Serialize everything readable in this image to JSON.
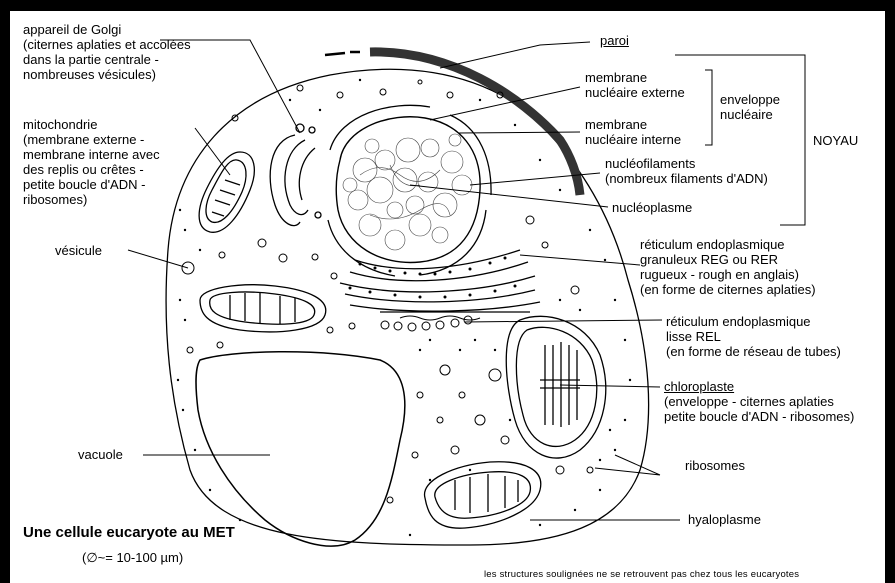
{
  "diagram": {
    "golgi": [
      "appareil de Golgi",
      "(citernes aplaties et accolées",
      "dans la partie centrale -",
      "nombreuses vésicules)"
    ],
    "mitochondrie": [
      "mitochondrie",
      "(membrane externe -",
      "membrane interne avec",
      "des replis ou crêtes -",
      "petite boucle d'ADN -",
      "ribosomes)"
    ],
    "vesicule": "vésicule",
    "vacuole": "vacuole",
    "paroi": "paroi",
    "membrane_externe": [
      "membrane",
      "nucléaire externe"
    ],
    "membrane_interne": [
      "membrane",
      "nucléaire interne"
    ],
    "enveloppe": [
      "enveloppe",
      "nucléaire"
    ],
    "noyau": "NOYAU",
    "nucleofilaments": [
      "nucléofilaments",
      "(nombreux filaments d'ADN)"
    ],
    "nucleoplasme": "nucléoplasme",
    "reg": [
      "réticulum endoplasmique",
      "granuleux REG ou RER",
      "rugueux - rough en anglais)",
      "(en forme de citernes aplaties)"
    ],
    "rel": [
      "réticulum endoplasmique",
      "lisse REL",
      "(en forme de réseau de tubes)"
    ],
    "chloroplaste": "chloroplaste",
    "chloroplaste_detail": [
      "(enveloppe - citernes aplaties",
      "petite boucle d'ADN - ribosomes)"
    ],
    "ribosomes": "ribosomes",
    "hyaloplasme": "hyaloplasme",
    "title": "Une cellule eucaryote au MET",
    "size": "(∅~= 10-100 µm)",
    "footnote": "les structures soulignées ne se retrouvent pas chez tous les eucaryotes"
  }
}
